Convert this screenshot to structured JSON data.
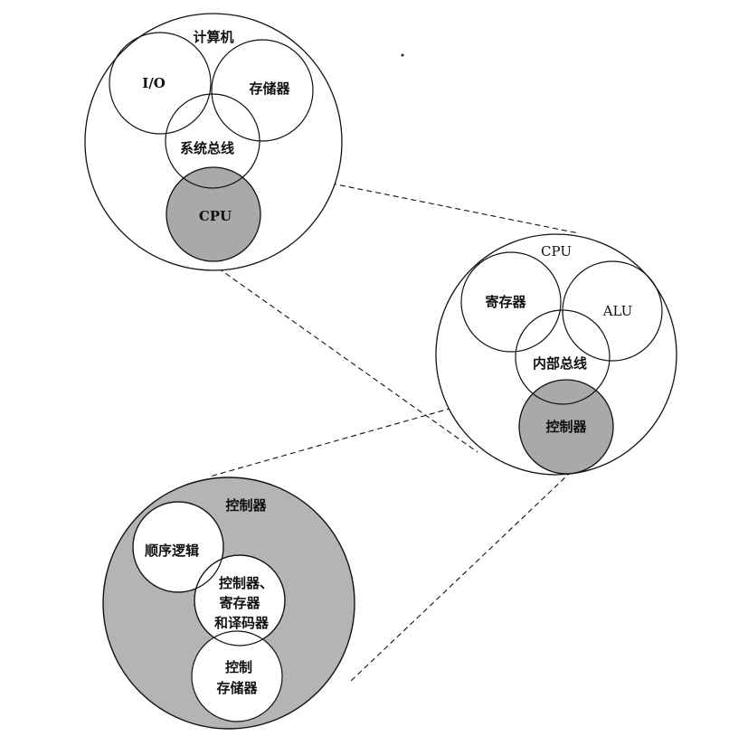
{
  "diagram": {
    "computer": {
      "title": "计算机",
      "io": "I/O",
      "memory": "存储器",
      "system_bus": "系统总线",
      "cpu": "CPU"
    },
    "cpu": {
      "title": "CPU",
      "registers": "寄存器",
      "alu": "ALU",
      "internal_bus": "内部总线",
      "control_unit": "控制器"
    },
    "control_unit": {
      "title": "控制器",
      "sequencing_logic": "顺序逻辑",
      "regs_decoders_line1": "控制器、",
      "regs_decoders_line2": "寄存器",
      "regs_decoders_line3": "和译码器",
      "control_memory_line1": "控制",
      "control_memory_line2": "存储器"
    }
  }
}
